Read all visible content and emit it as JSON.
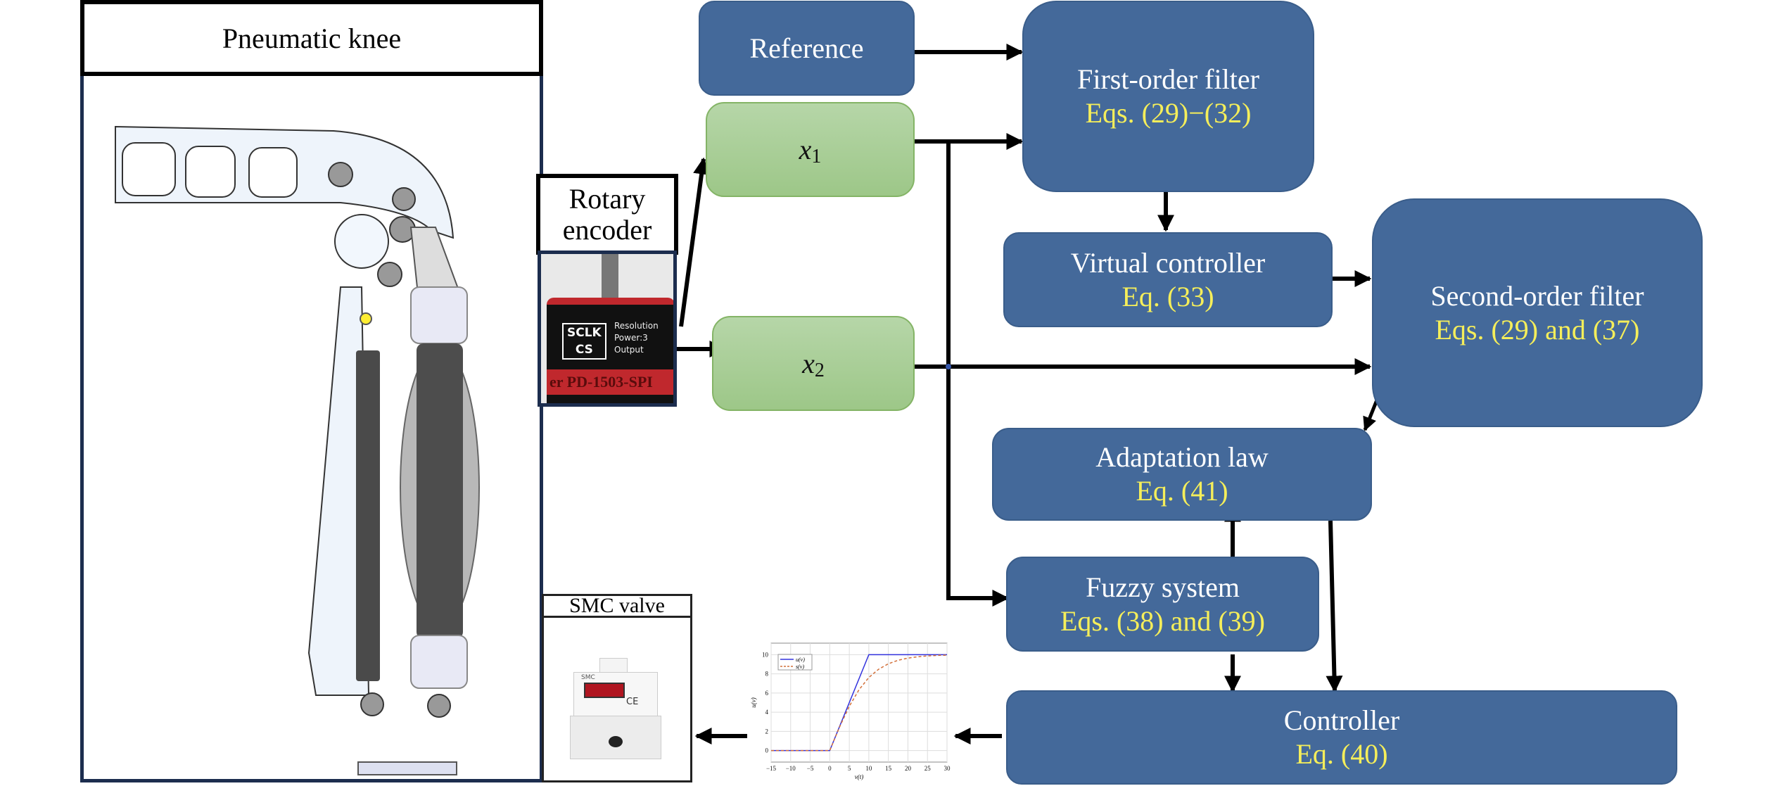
{
  "title": "Pneumatic knee control block diagram",
  "hardware": {
    "knee_label": "Pneumatic knee",
    "encoder_label_line1": "Rotary",
    "encoder_label_line2": "encoder",
    "encoder_photo_text": {
      "chip1": "SCLK",
      "chip2": "CS",
      "spec1": "Resolution",
      "spec2": "Power:3",
      "spec3": "Output",
      "model": "er PD-1503-SPI"
    },
    "valve_label": "SMC valve",
    "valve_photo_brand": "SMC",
    "valve_photo_mark": "CE"
  },
  "states": {
    "x1": {
      "symbol": "x",
      "subscript": "1"
    },
    "x2": {
      "symbol": "x",
      "subscript": "2"
    }
  },
  "blocks": {
    "reference": {
      "title": "Reference"
    },
    "first_order_filter": {
      "title": "First-order filter",
      "eq": "Eqs. (29)−(32)"
    },
    "virtual_controller": {
      "title": "Virtual controller",
      "eq": "Eq. (33)"
    },
    "second_order_filter": {
      "title": "Second-order filter",
      "eq": "Eqs. (29) and (37)"
    },
    "adaptation_law": {
      "title": "Adaptation law",
      "eq": "Eq. (41)"
    },
    "fuzzy_system": {
      "title": "Fuzzy system",
      "eq": "Eqs. (38) and (39)"
    },
    "controller": {
      "title": "Controller",
      "eq": "Eq. (40)"
    }
  },
  "colors": {
    "block_fill": "#44699a",
    "equation_text": "#f5ee5a",
    "state_fill": "#a8cf95",
    "pointer_arrow": "#c00000"
  },
  "chart_data": {
    "type": "line",
    "title": "",
    "xlabel": "v(t)",
    "ylabel": "u(v)",
    "xlim": [
      -15,
      30
    ],
    "ylim": [
      -1.2,
      11.2
    ],
    "xticks": [
      -15,
      -10,
      -5,
      0,
      5,
      10,
      15,
      20,
      25,
      30
    ],
    "yticks": [
      0,
      2,
      4,
      6,
      8,
      10
    ],
    "xtick_labels": [
      "−15",
      "−10",
      "−5",
      "0",
      "5",
      "10",
      "15",
      "20",
      "25",
      "30"
    ],
    "ytick_labels": [
      "0",
      "2",
      "4",
      "6",
      "8",
      "10"
    ],
    "grid": true,
    "legend_position": "top-left",
    "series": [
      {
        "name": "u(v)",
        "style": "solid",
        "color": "#3333dd",
        "x": [
          -15,
          0,
          10,
          30
        ],
        "y": [
          0,
          0,
          10,
          10
        ]
      },
      {
        "name": "s(v)",
        "style": "dashed",
        "color": "#d2703a",
        "x": [
          -15,
          0,
          2.5,
          5,
          7.5,
          10,
          12.5,
          15,
          17.5,
          20,
          22.5,
          25,
          27.5,
          30
        ],
        "y": [
          0,
          0,
          2.45,
          4.62,
          6.35,
          7.62,
          8.48,
          9.05,
          9.42,
          9.64,
          9.78,
          9.87,
          9.92,
          9.95
        ]
      }
    ]
  }
}
